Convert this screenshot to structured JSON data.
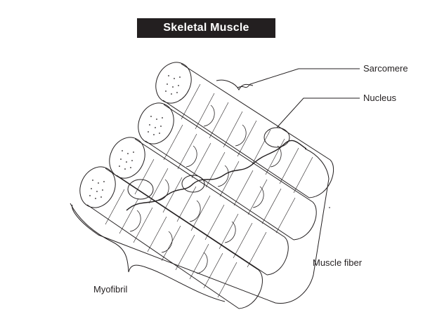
{
  "title": "Skeletal Muscle",
  "labels": {
    "sarcomere": "Sarcomere",
    "nucleus": "Nucleus",
    "muscle_fiber": "Muscle fiber",
    "myofibril": "Myofibril"
  },
  "colors": {
    "ink": "#231f20",
    "background": "#ffffff",
    "title_bg": "#231f20",
    "title_text": "#ffffff"
  }
}
